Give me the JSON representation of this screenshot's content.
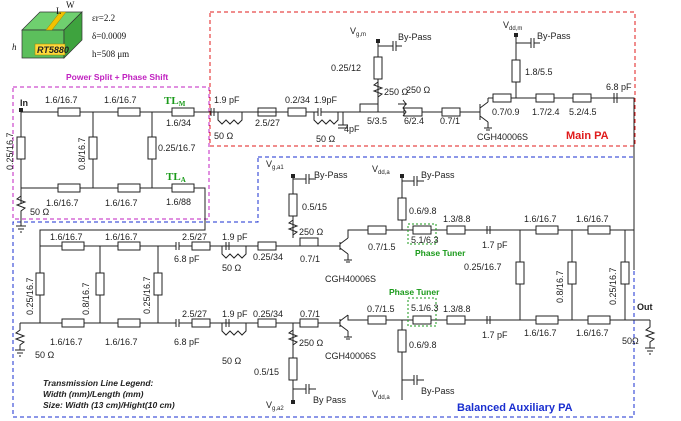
{
  "substrate": {
    "name": "RT5880",
    "er": "εr=2.2",
    "delta": "δ=0.0009",
    "height": "h=508 μm",
    "label_h": "h",
    "label_L": "L",
    "label_W": "W"
  },
  "titles": {
    "power_split": "Power Split + Phase Shift",
    "main_pa": "Main PA",
    "aux_pa": "Balanced Auxiliary PA",
    "tl_m": "TL",
    "tl_m_sub": "M",
    "tl_a": "TL",
    "tl_a_sub": "A",
    "in": "In",
    "out": "Out"
  },
  "legend": {
    "line1": "Transmission Line Legend:",
    "line2": "Width (mm)/Length (mm)",
    "line3": "Size: Width (13 cm)/Hight(10 cm)"
  },
  "phase_tuner": "Phase Tuner",
  "transistor": "CGH40006S",
  "bypass": "By-Pass",
  "bypass2": "By Pass",
  "supplies": {
    "vgm": "V",
    "vgm_sub": "g,m",
    "vddm": "V",
    "vddm_sub": "dd,m",
    "vga1": "V",
    "vga1_sub": "g,a1",
    "vdda1": "V",
    "vdda1_sub": "dd,a",
    "vga2": "V",
    "vga2_sub": "g,a2",
    "vdda2": "V",
    "vdda2_sub": "dd,a"
  },
  "labels": {
    "split_top1": "1.6/16.7",
    "split_top2": "1.6/16.7",
    "split_tlm": "1.6/34",
    "split_left": "0.25/16.7",
    "split_mid": "0.8/16.7",
    "split_right": "0.25/16.7",
    "split_bot1": "1.6/16.7",
    "split_bot2": "1.6/16.7",
    "split_tla": "1.6/88",
    "ohm50": "50 Ω",
    "ohm50b": "50 Ω",
    "main_c1": "1.9 pF",
    "main_tl1": "2.5/27",
    "main_tl2": "0.2/34",
    "main_c2": "1.9pF",
    "main_r1": "50 Ω",
    "main_c3": "4pF",
    "main_r2": "50 Ω",
    "main_g1": "0.25/12",
    "main_g2": "250 Ω",
    "main_g3": "250 Ω",
    "main_tl3": "5/3.5",
    "main_tl4": "6/2.4",
    "main_tl5": "0.7/1",
    "main_d1": "1.8/5.5",
    "main_o1": "0.7/0.9",
    "main_o2": "1.7/2.4",
    "main_o3": "5.2/4.5",
    "main_c4": "6.8 pF",
    "aux_top1": "1.6/16.7",
    "aux_top2": "1.6/16.7",
    "aux_left": "0.25/16.7",
    "aux_mid": "0.8/16.7",
    "aux_right": "0.25/16.7",
    "aux_bot1": "1.6/16.7",
    "aux_bot2": "1.6/16.7",
    "aux_c68a": "6.8 pF",
    "aux_c68b": "6.8 pF",
    "aux_r50": "50 Ω",
    "a1_tl1": "2.5/27",
    "a1_c1": "1.9 pF",
    "a1_r": "50 Ω",
    "a1_tl2": "0.25/34",
    "a1_g1": "0.5/15",
    "a1_g2": "250 Ω",
    "a1_tl3": "0.7/1",
    "a1_o1": "0.7/1.5",
    "a1_d1": "0.6/9.8",
    "a1_ph": "5.1/6.3",
    "a1_o2": "1.3/8.8",
    "a1_c2": "1.7 pF",
    "a2_tl1": "2.5/27",
    "a2_c1": "1.9 pF",
    "a2_r": "50 Ω",
    "a2_tl2": "0.25/34",
    "a2_tl3": "0.7/1",
    "a2_g1": "0.5/15",
    "a2_g2": "250 Ω",
    "a2_o1": "0.7/1.5",
    "a2_d1": "0.6/9.8",
    "a2_ph": "5.1/6.3",
    "a2_o2": "1.3/8.8",
    "a2_c2": "1.7 pF",
    "comb_top1": "1.6/16.7",
    "comb_top2": "1.6/16.7",
    "comb_left": "0.25/16.7",
    "comb_mid": "0.8/16.7",
    "comb_right": "0.25/16.7",
    "comb_bot1": "1.6/16.7",
    "comb_bot2": "1.6/16.7",
    "out_r": "50Ω"
  }
}
